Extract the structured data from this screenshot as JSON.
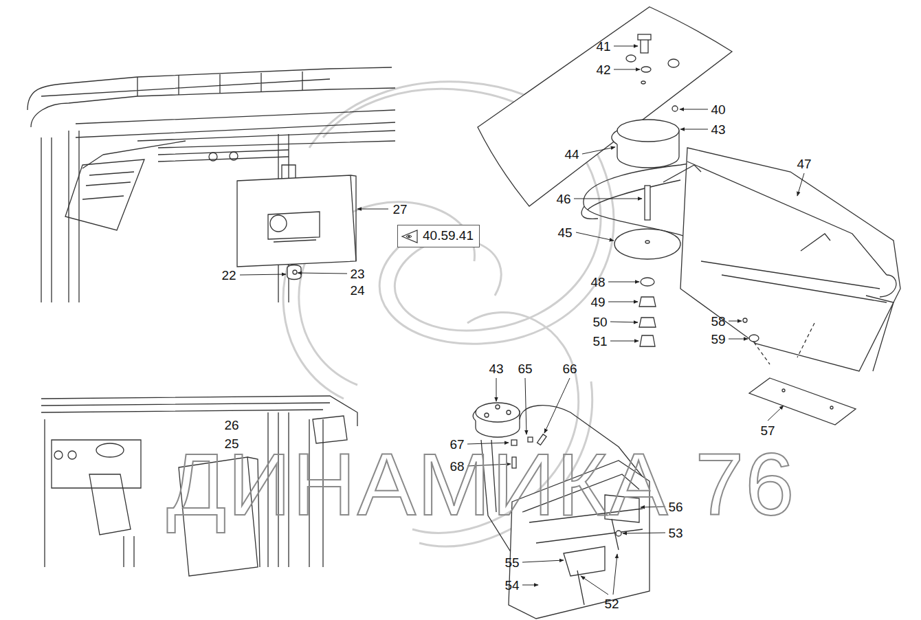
{
  "diagram": {
    "nodes": [
      {
        "text": [
          "40.59.41"
        ]
      }
    ],
    "labels": [
      "41",
      "42",
      "40",
      "43",
      "47",
      "44",
      "46",
      "27",
      "45",
      "22",
      "23",
      "24",
      "48",
      "49",
      "50",
      "58",
      "59",
      "51",
      "57",
      "43",
      "65",
      "66",
      "26",
      "25",
      "67",
      "68",
      "56",
      "53",
      "55",
      "54",
      "52",
      "ДИНАМИКА 76"
    ]
  }
}
